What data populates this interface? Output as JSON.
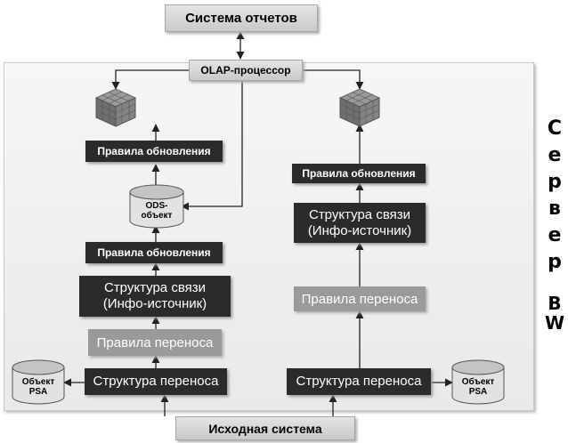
{
  "reporting_system": "Система отчетов",
  "olap_processor": "OLAP-процессор",
  "source_system": "Исходная система",
  "server_letters": [
    "С",
    "е",
    "р",
    "в",
    "е",
    "р"
  ],
  "server_bw": "BW",
  "left": {
    "update_rules_top": "Правила обновления",
    "ods_line1": "ODS-",
    "ods_line2": "объект",
    "update_rules_bottom": "Правила обновления",
    "comm_structure_line1": "Структура связи",
    "comm_structure_line2": "(Инфо-источник)",
    "transfer_rules": "Правила переноса",
    "transfer_structure": "Структура переноса",
    "psa_line1": "Объект",
    "psa_line2": "PSA"
  },
  "right": {
    "update_rules": "Правила обновления",
    "comm_structure_line1": "Структура связи",
    "comm_structure_line2": "(Инфо-источник)",
    "transfer_rules": "Правила переноса",
    "transfer_structure": "Структура переноса",
    "psa_line1": "Объект",
    "psa_line2": "PSA"
  }
}
